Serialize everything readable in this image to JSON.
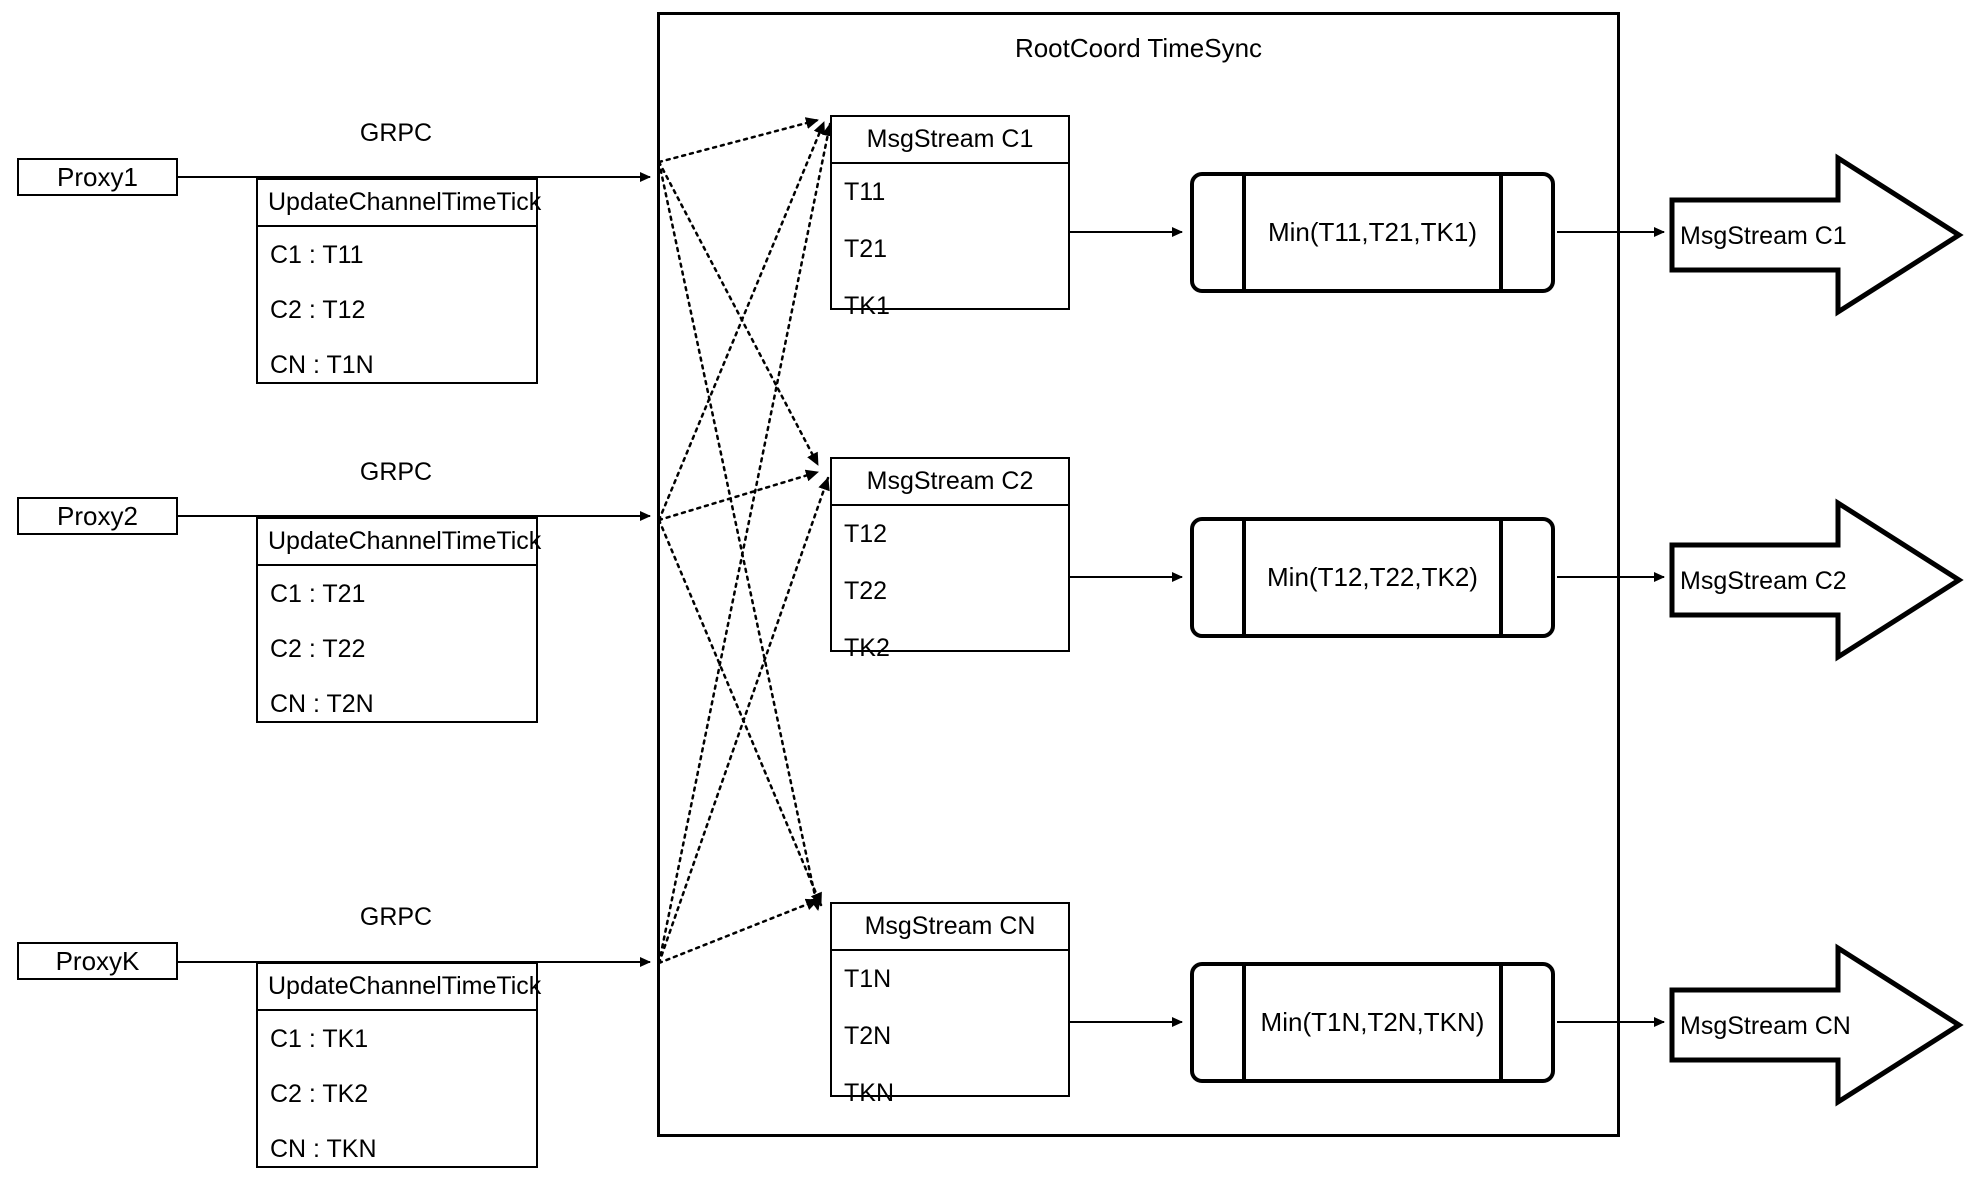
{
  "diagram": {
    "title": "RootCoord TimeSync",
    "container_name": "RootCoord TimeSync"
  },
  "proxies": [
    {
      "name": "Proxy1",
      "link_label": "GRPC",
      "request": {
        "header": "UpdateChannelTimeTick",
        "rows": [
          "C1 :  T11",
          "C2 :  T12",
          "CN : T1N"
        ]
      }
    },
    {
      "name": "Proxy2",
      "link_label": "GRPC",
      "request": {
        "header": "UpdateChannelTimeTick",
        "rows": [
          "C1 :  T21",
          "C2 :  T22",
          "CN : T2N"
        ]
      }
    },
    {
      "name": "ProxyK",
      "link_label": "GRPC",
      "request": {
        "header": "UpdateChannelTimeTick",
        "rows": [
          "C1 :  TK1",
          "C2 :  TK2",
          "CN : TKN"
        ]
      }
    }
  ],
  "channels": [
    {
      "msgstream": {
        "header": "MsgStream C1",
        "rows": [
          "T11",
          "T21",
          "TK1"
        ]
      },
      "min": "Min(T11,T21,TK1)",
      "output": "MsgStream C1"
    },
    {
      "msgstream": {
        "header": "MsgStream C2",
        "rows": [
          "T12",
          "T22",
          "TK2"
        ]
      },
      "min": "Min(T12,T22,TK2)",
      "output": "MsgStream C2"
    },
    {
      "msgstream": {
        "header": "MsgStream CN",
        "rows": [
          "T1N",
          "T2N",
          "TKN"
        ]
      },
      "min": "Min(T1N,T2N,TKN)",
      "output": "MsgStream CN"
    }
  ],
  "colors": {
    "stroke": "#000000",
    "background": "#ffffff"
  }
}
